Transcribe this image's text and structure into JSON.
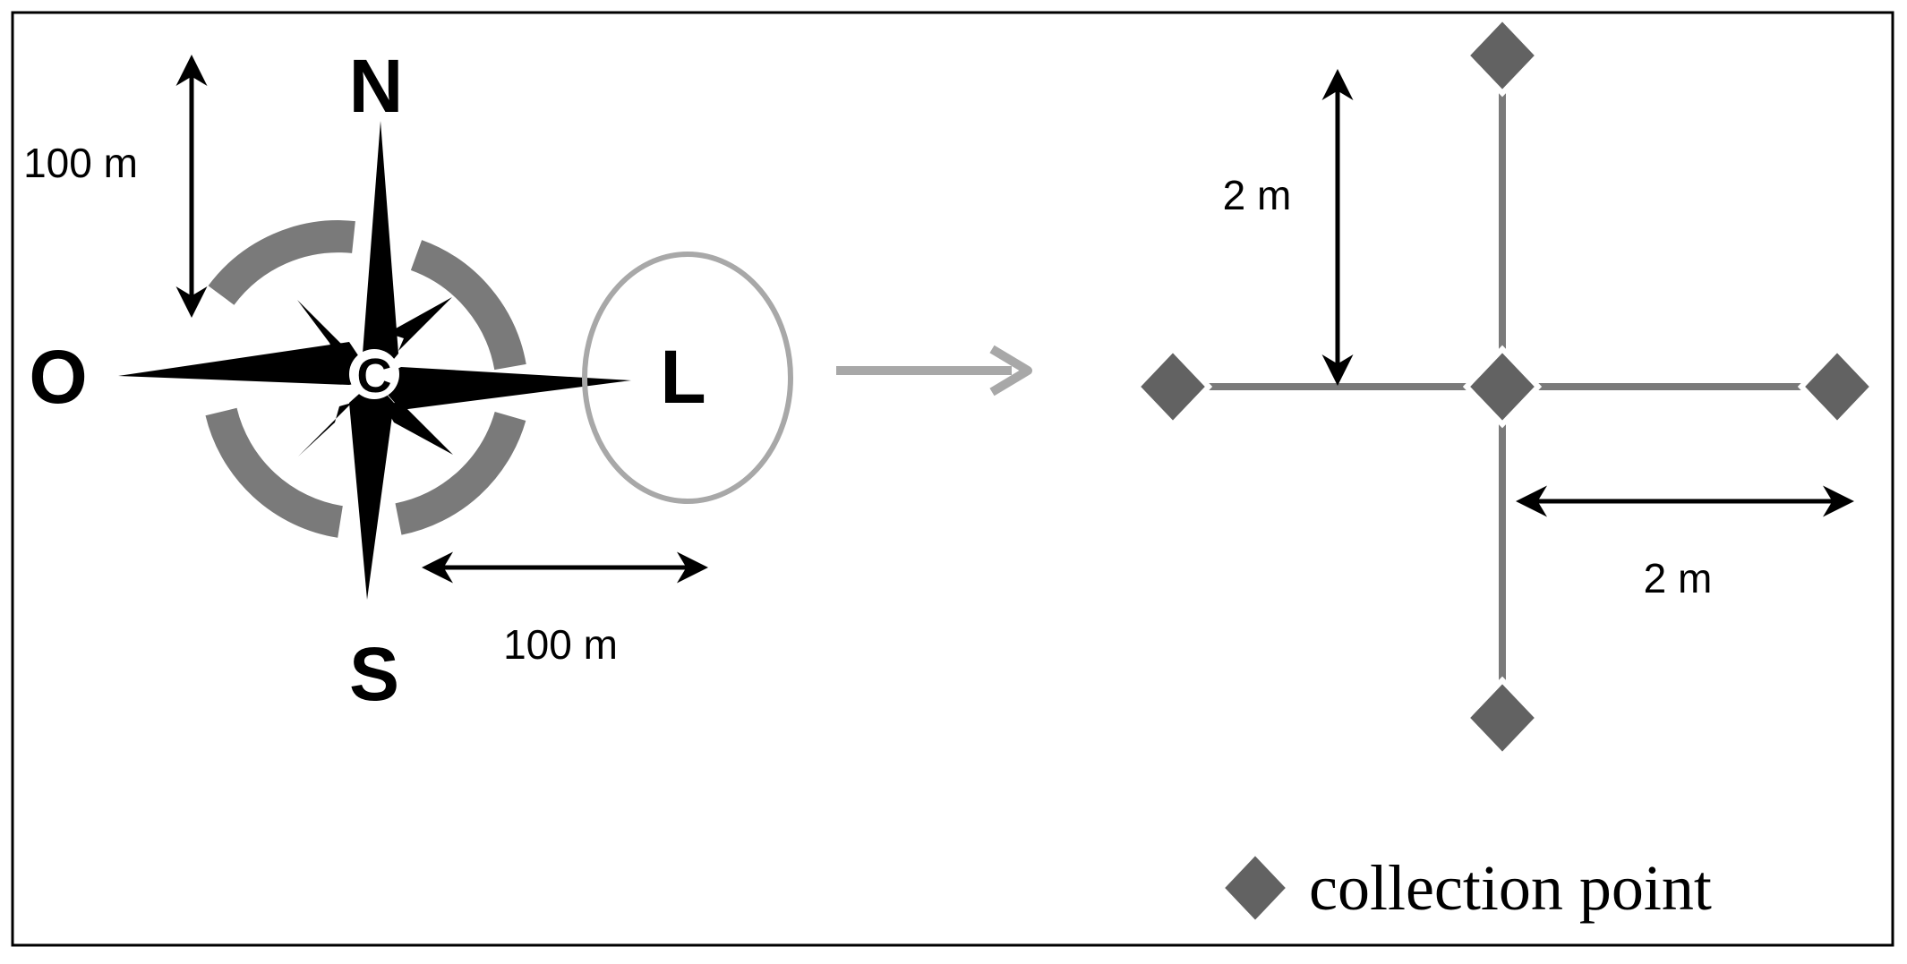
{
  "compass": {
    "north": "N",
    "south": "S",
    "west": "O",
    "east": "L",
    "center": "C",
    "distance_vertical": "100 m",
    "distance_horizontal": "100 m"
  },
  "cross": {
    "distance_vertical": "2 m",
    "distance_horizontal": "2 m"
  },
  "legend": {
    "label": "collection point"
  },
  "colors": {
    "gray": "#7a7a7a",
    "marker": "#626262",
    "arrow_gray": "#a8a8a8",
    "black": "#000000"
  }
}
